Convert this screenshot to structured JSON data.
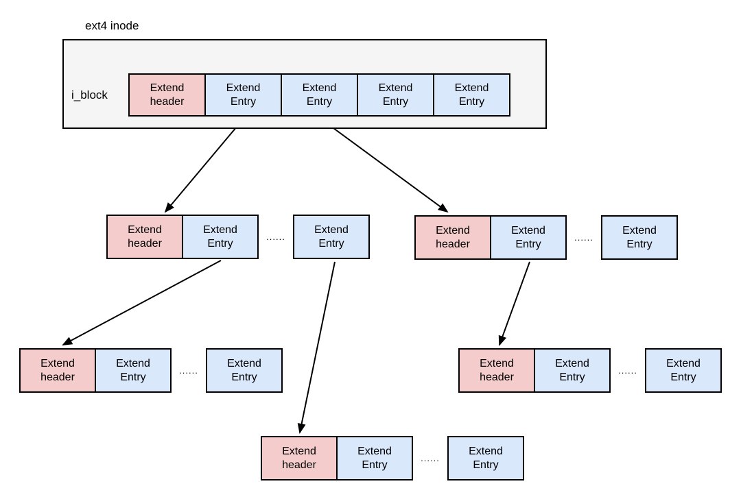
{
  "diagram": {
    "title": "ext4 inode",
    "dots": "......",
    "colors": {
      "header_fill": "#f4cccc",
      "entry_fill": "#dae8fc",
      "inode_fill": "#f5f5f5",
      "border": "#000000",
      "arrow": "#000000"
    },
    "inode": {
      "field_label": "i_block",
      "cells": [
        {
          "type": "header",
          "label": "Extend header"
        },
        {
          "type": "entry",
          "label": "Extend Entry"
        },
        {
          "type": "entry",
          "label": "Extend Entry"
        },
        {
          "type": "entry",
          "label": "Extend Entry"
        },
        {
          "type": "entry",
          "label": "Extend Entry"
        }
      ]
    },
    "groups": [
      {
        "id": "extent-node-level2-left",
        "header": "Extend header",
        "entry": "Extend Entry",
        "dots": "......",
        "tail": "Extend Entry"
      },
      {
        "id": "extent-node-level2-right",
        "header": "Extend header",
        "entry": "Extend Entry",
        "dots": "......",
        "tail": "Extend Entry"
      },
      {
        "id": "extent-node-level3-left",
        "header": "Extend header",
        "entry": "Extend Entry",
        "dots": "......",
        "tail": "Extend Entry"
      },
      {
        "id": "extent-node-level3-right",
        "header": "Extend header",
        "entry": "Extend Entry",
        "dots": "......",
        "tail": "Extend Entry"
      },
      {
        "id": "extent-node-level3-bottom",
        "header": "Extend header",
        "entry": "Extend Entry",
        "dots": "......",
        "tail": "Extend Entry"
      }
    ]
  }
}
